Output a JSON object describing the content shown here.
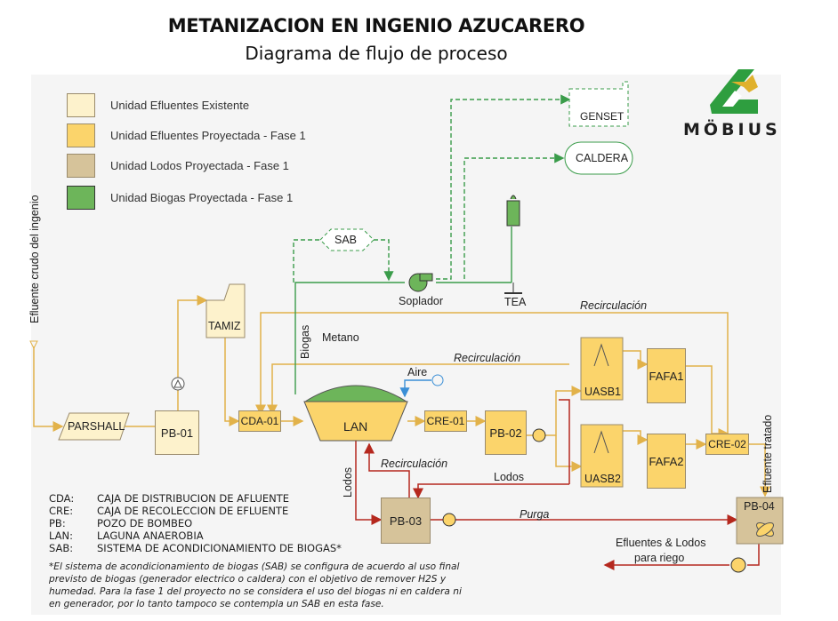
{
  "title": "METANIZACION EN INGENIO AZUCARERO",
  "subtitle": "Diagrama de flujo de proceso",
  "logo": {
    "text": "MÖBIUS",
    "colors": {
      "green": "#2e9e3f",
      "gold": "#e0b12c"
    }
  },
  "legend": [
    {
      "label": "Unidad Efluentes Existente",
      "color": "#fdf2cc"
    },
    {
      "label": "Unidad Efluentes Proyectada - Fase 1",
      "color": "#fbd46b"
    },
    {
      "label": "Unidad Lodos Proyectada - Fase 1",
      "color": "#d6c39a"
    },
    {
      "label": "Unidad Biogas Proyectada - Fase 1",
      "color": "#6db55a"
    }
  ],
  "nodes": {
    "parshall": "PARSHALL",
    "pb01": "PB-01",
    "tamiz": "TAMIZ",
    "cda01": "CDA-01",
    "lan": "LAN",
    "cre01": "CRE-01",
    "pb02": "PB-02",
    "uasb1": "UASB1",
    "uasb2": "UASB2",
    "fafa1": "FAFA1",
    "fafa2": "FAFA2",
    "cre02": "CRE-02",
    "pb03": "PB-03",
    "pb04": "PB-04",
    "sab": "SAB",
    "genset": "GENSET",
    "caldera": "CALDERA",
    "soplador": "Soplador",
    "tea": "TEA"
  },
  "labels": {
    "efluente_crudo": "Efluente crudo del ingenio",
    "biogas": "Biogas",
    "metano": "Metano",
    "aire": "Aire",
    "recirculacion_top": "Recirculación",
    "recirculacion_mid": "Recirculación",
    "recirculacion_low": "Recirculación",
    "lodos_vert": "Lodos",
    "lodos": "Lodos",
    "purga": "Purga",
    "efluente_tratado": "Efluente tratado",
    "efluentes_lodos": "Efluentes & Lodos",
    "para_riego": "para riego"
  },
  "abbreviations": [
    {
      "key": "CDA:",
      "value": "CAJA DE DISTRIBUCION DE AFLUENTE"
    },
    {
      "key": "CRE:",
      "value": "CAJA DE RECOLECCION DE EFLUENTE"
    },
    {
      "key": "PB:",
      "value": "POZO DE BOMBEO"
    },
    {
      "key": "LAN:",
      "value": "LAGUNA ANAEROBIA"
    },
    {
      "key": "SAB:",
      "value": "SISTEMA DE ACONDICIONAMIENTO DE BIOGAS*"
    }
  ],
  "footnote": "*El sistema de acondicionamiento de biogas (SAB) se configura de acuerdo al uso final previsto de biogas (generador electrico o caldera) con el objetivo de remover H2S y humedad. Para la fase 1 del proyecto no se considera el uso del biogas ni en caldera ni en generador, por lo tanto tampoco se contempla un SAB en esta fase.",
  "colors": {
    "effluent_line": "#e2b24a",
    "sludge_line": "#b5281e",
    "gas_line": "#3a9c4a",
    "air_line": "#3b8fd6"
  }
}
